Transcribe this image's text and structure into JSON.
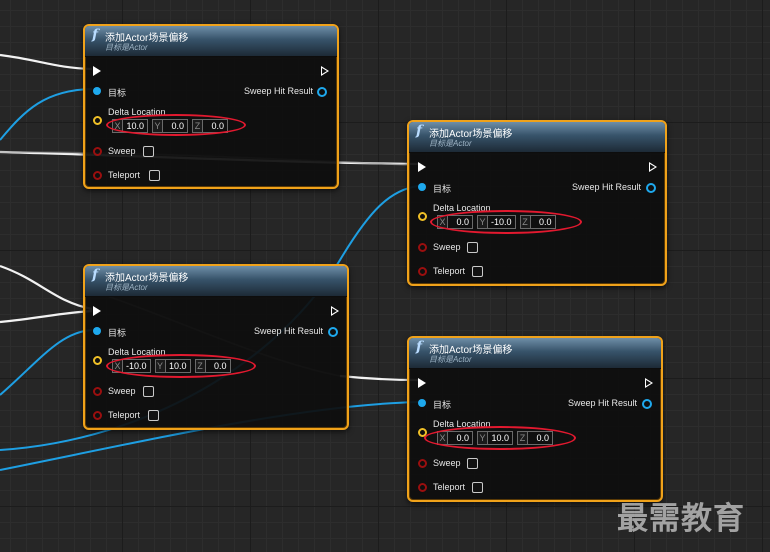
{
  "nodes": [
    {
      "title": "添加Actor场景偏移",
      "subtitle": "目标是Actor",
      "pins": {
        "target": "目标",
        "sweep_hit_result": "Sweep Hit Result",
        "delta_location": "Delta Location",
        "sweep": "Sweep",
        "teleport": "Teleport"
      },
      "delta": {
        "x": "10.0",
        "y": "0.0",
        "z": "0.0"
      }
    },
    {
      "title": "添加Actor场景偏移",
      "subtitle": "目标是Actor",
      "pins": {
        "target": "目标",
        "sweep_hit_result": "Sweep Hit Result",
        "delta_location": "Delta Location",
        "sweep": "Sweep",
        "teleport": "Teleport"
      },
      "delta": {
        "x": "0.0",
        "y": "-10.0",
        "z": "0.0"
      }
    },
    {
      "title": "添加Actor场景偏移",
      "subtitle": "目标是Actor",
      "pins": {
        "target": "目标",
        "sweep_hit_result": "Sweep Hit Result",
        "delta_location": "Delta Location",
        "sweep": "Sweep",
        "teleport": "Teleport"
      },
      "delta": {
        "x": "-10.0",
        "y": "10.0",
        "z": "0.0"
      }
    },
    {
      "title": "添加Actor场景偏移",
      "subtitle": "目标是Actor",
      "pins": {
        "target": "目标",
        "sweep_hit_result": "Sweep Hit Result",
        "delta_location": "Delta Location",
        "sweep": "Sweep",
        "teleport": "Teleport"
      },
      "delta": {
        "x": "0.0",
        "y": "10.0",
        "z": "0.0"
      }
    }
  ],
  "axes": {
    "x": "X",
    "y": "Y",
    "z": "Z"
  },
  "watermark": "最需教育",
  "colors": {
    "node_border": "#f0a21a",
    "header_blue": "#37536a",
    "object_pin": "#1ea9ee",
    "vector_pin": "#f0c027",
    "bool_pin": "#9a0f0f",
    "highlight": "#e3192f"
  }
}
